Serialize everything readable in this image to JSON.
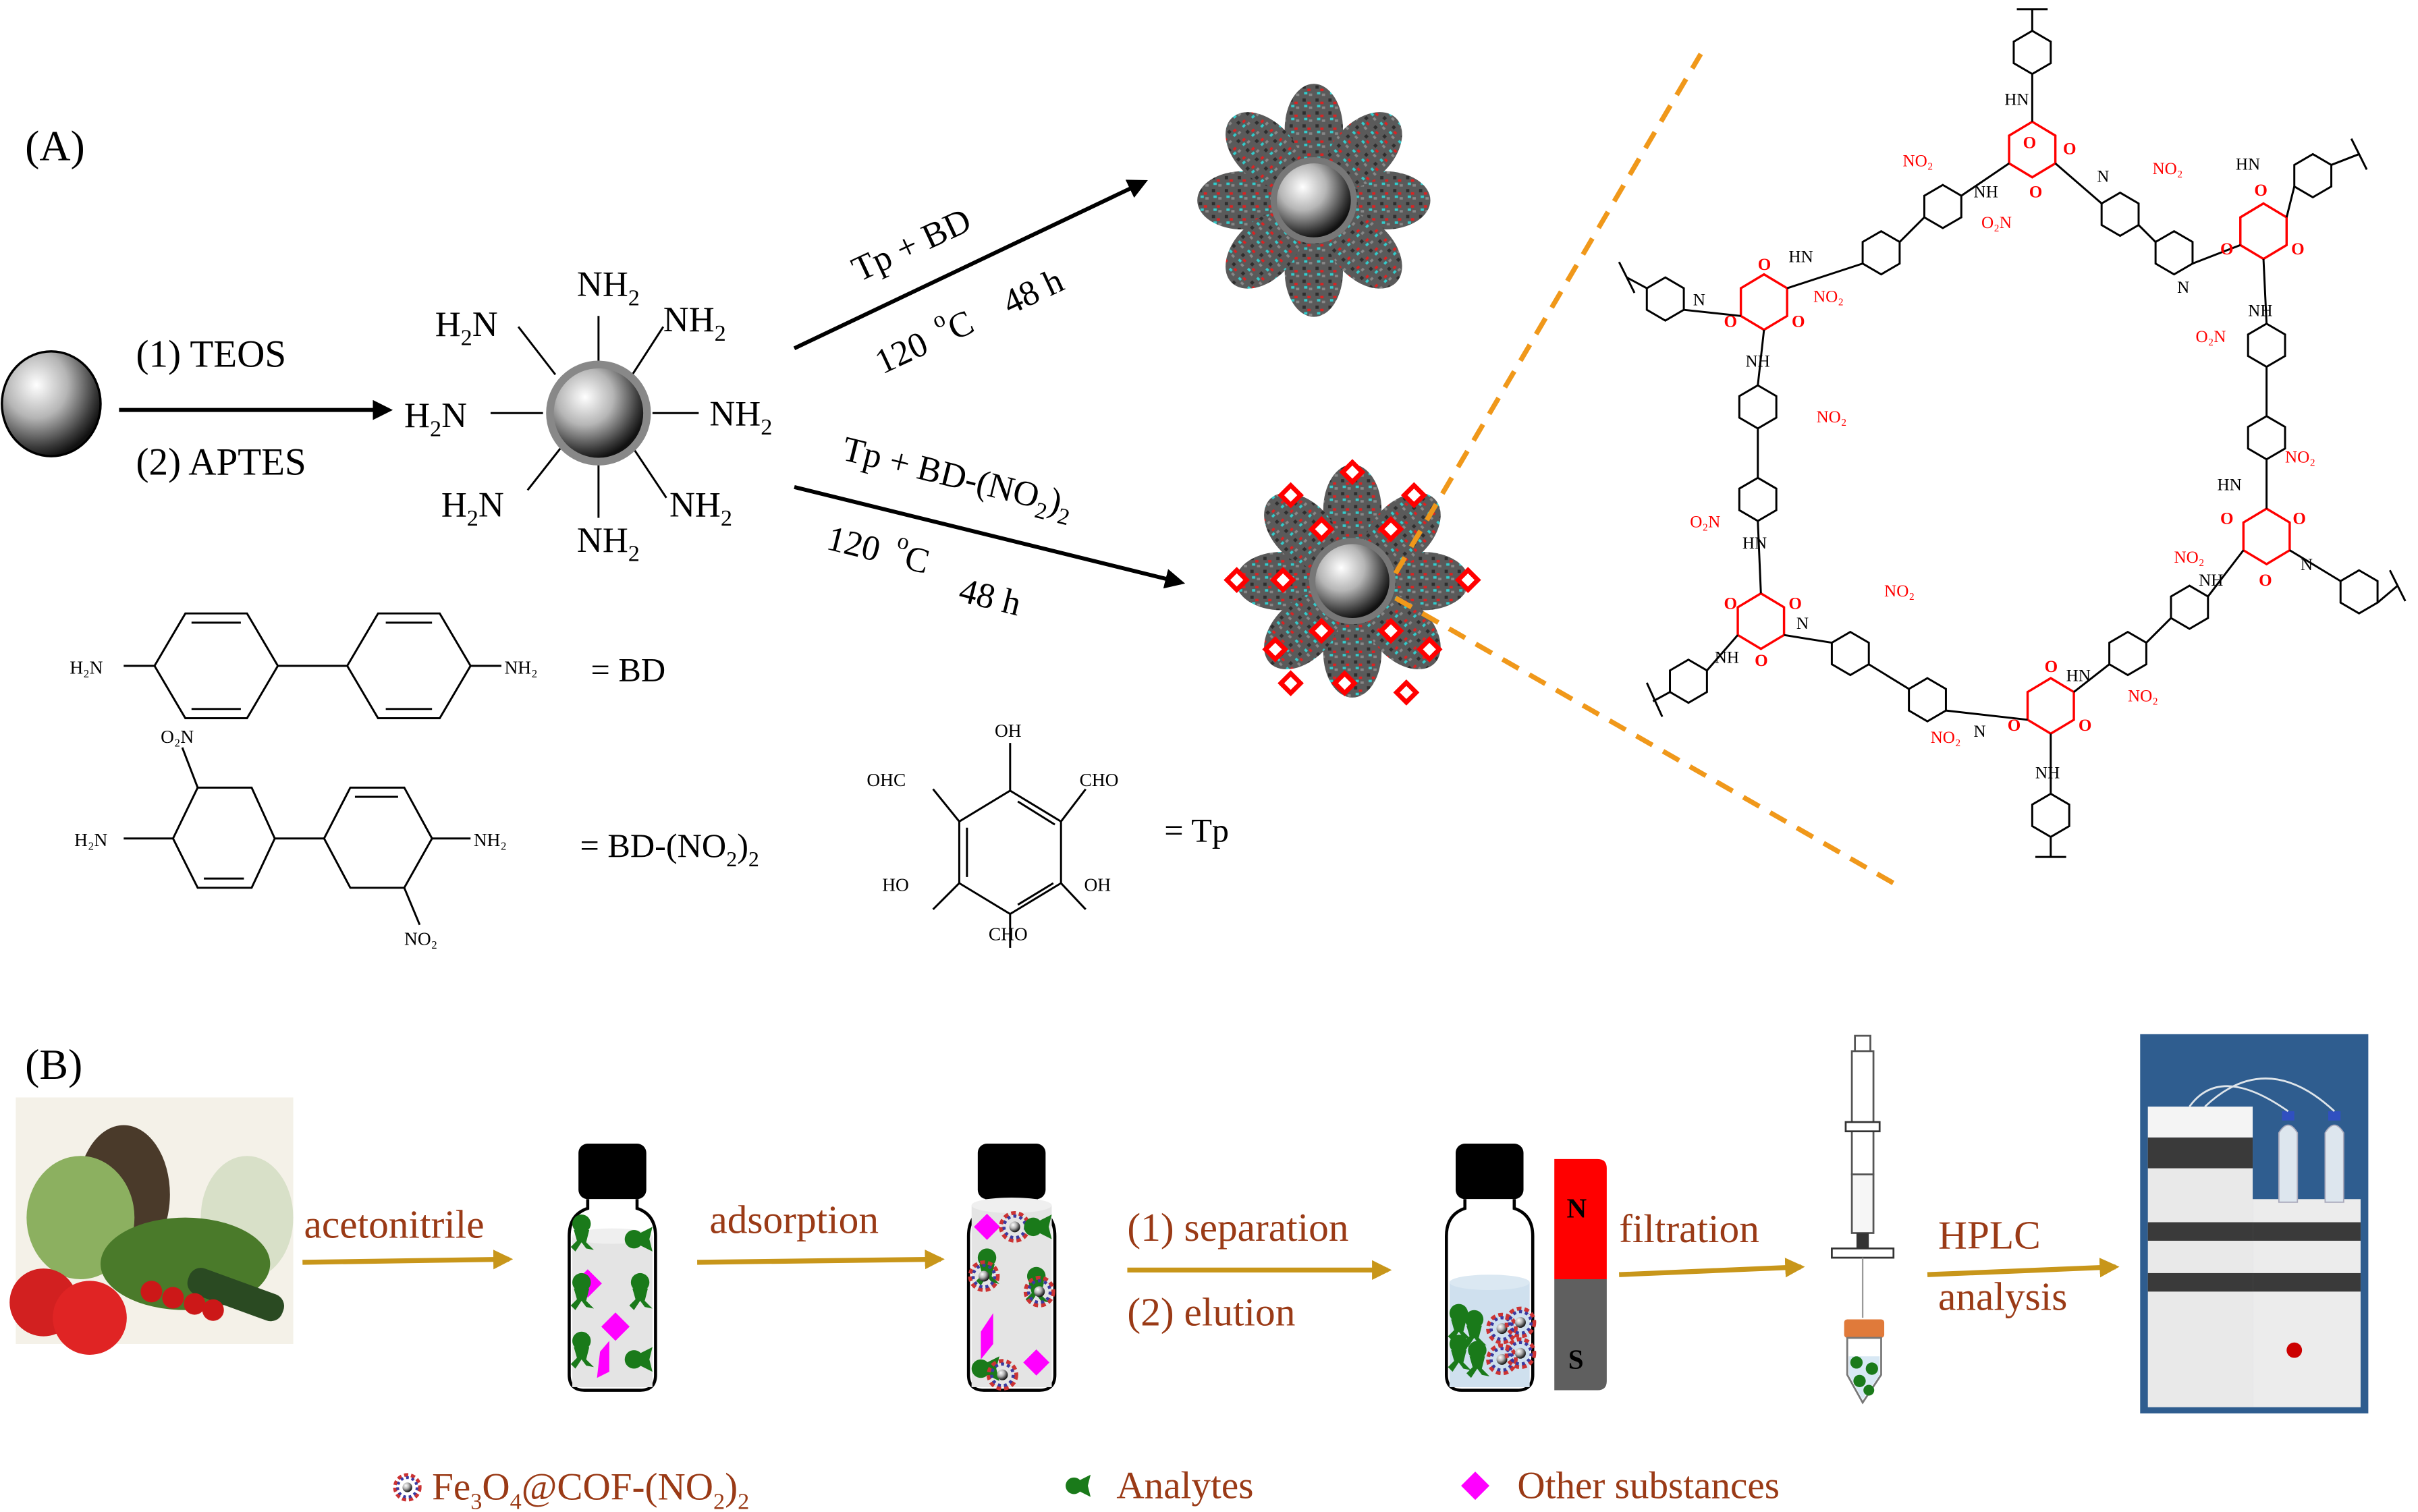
{
  "panel_a": {
    "label": "(A)",
    "step1": {
      "line1": "(1) TEOS",
      "line2": "(2) APTES"
    },
    "amine_groups": {
      "top": "NH",
      "top_right": "NH",
      "right": "NH",
      "bottom_right": "NH",
      "bottom": "NH",
      "top_left": "H",
      "left": "H",
      "bottom_left": "H",
      "sub": "2",
      "n": "N"
    },
    "route_top": {
      "reagents": "Tp +   BD",
      "temp": "120",
      "deg": "o",
      "unit": "C",
      "time": "48 h"
    },
    "route_bottom": {
      "reagents_a": "Tp +  BD-(NO",
      "sub": "2",
      "close": ")",
      "sub2": "2",
      "temp": "120",
      "deg": "o",
      "unit": "C",
      "time": "48 h"
    },
    "bd": {
      "left_group": "H₂N",
      "right_group": "NH₂",
      "equals": "= BD"
    },
    "bd_no2": {
      "left_group": "H₂N",
      "right_group": "NH₂",
      "top_group": "O₂N",
      "bottom_group": "NO₂",
      "equals_a": "= BD-(NO",
      "sub": "2",
      "close": ")",
      "sub2": "2"
    },
    "tp": {
      "top": "OH",
      "upper_left": "OHC",
      "upper_right": "CHO",
      "lower_left": "HO",
      "lower_right": "OH",
      "bottom": "CHO",
      "equals": "= Tp"
    },
    "cof": {
      "nh": "NH",
      "hn": "HN",
      "h": "H",
      "n": "N",
      "no2": "NO₂",
      "o2n": "O₂N",
      "o": "O"
    }
  },
  "panel_b": {
    "label": "(B)",
    "steps": [
      {
        "label": "acetonitrile"
      },
      {
        "label": "adsorption"
      },
      {
        "label_1": "(1) separation",
        "label_2": "(2) elution"
      },
      {
        "label": "filtration"
      },
      {
        "label_1": "HPLC",
        "label_2": "analysis"
      }
    ],
    "magnet": {
      "north": "N",
      "south": "S"
    },
    "legend": [
      {
        "icon": "fe3o4-cof-particle-icon",
        "text_a": "Fe",
        "sub1": "3",
        "text_b": "O",
        "sub2": "4",
        "text_c": "@COF-(NO",
        "sub3": "2",
        "text_d": ")",
        "sub4": "2"
      },
      {
        "icon": "analyte-icon",
        "text": "Analytes"
      },
      {
        "icon": "other-substance-diamond-icon",
        "text": "Other substances"
      }
    ]
  },
  "colors": {
    "arrow_gold": "#c8961a",
    "label_brown": "#9a3a16",
    "analyte_green": "#1a7a1a",
    "other_magenta": "#ff00ff",
    "magnet_north": "#ff0000",
    "magnet_south": "#5f5f5f",
    "dash_orange": "#f0981a",
    "tp_red": "#ff0000"
  }
}
